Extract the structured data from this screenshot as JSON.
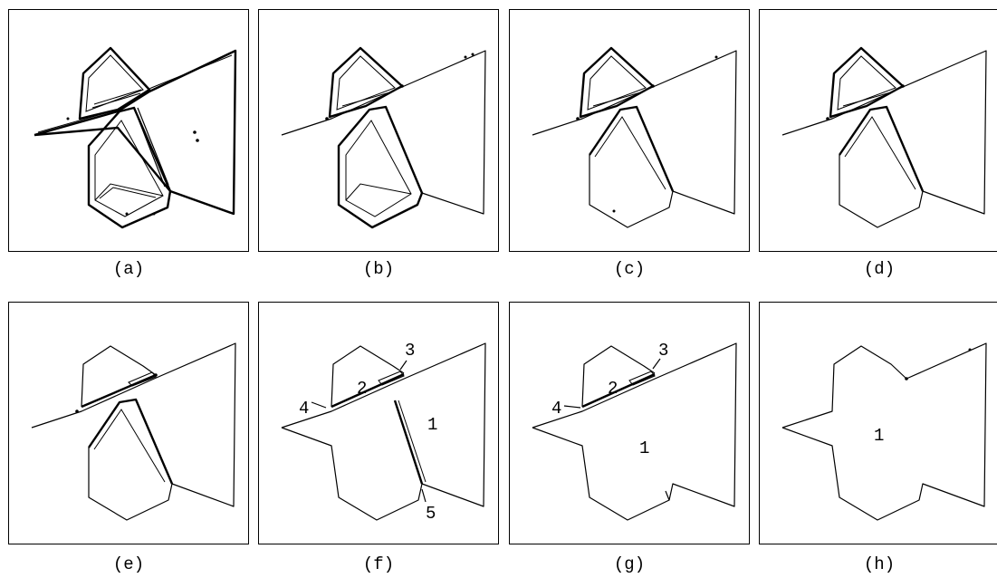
{
  "panels": [
    {
      "caption": "(a)"
    },
    {
      "caption": "(b)"
    },
    {
      "caption": "(c)"
    },
    {
      "caption": "(d)"
    },
    {
      "caption": "(e)"
    },
    {
      "caption": "(f)",
      "region_labels": [
        "1",
        "2",
        "3",
        "4",
        "5"
      ]
    },
    {
      "caption": "(g)",
      "region_labels": [
        "1",
        "2",
        "3",
        "4"
      ]
    },
    {
      "caption": "(h)",
      "region_labels": [
        "1"
      ]
    }
  ]
}
